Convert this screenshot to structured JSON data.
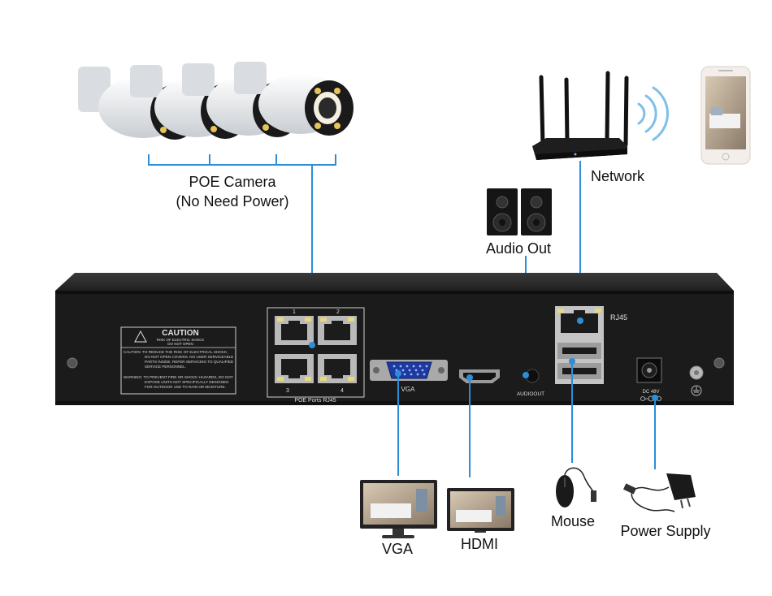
{
  "labels": {
    "poe_camera": "POE Camera",
    "no_need_power": "(No Need Power)",
    "network": "Network",
    "audio_out": "Audio Out",
    "vga": "VGA",
    "hdmi": "HDMI",
    "mouse": "Mouse",
    "power_supply": "Power Supply"
  },
  "panel": {
    "caution_title": "CAUTION",
    "caution_line1": "RISK OF ELECTRIC SHOCK",
    "caution_line2": "DO NOT OPEN",
    "caution_body": [
      "CAUTION: TO REDUCE THE RISK OF ELECTRICAL SHOCK,",
      "DO NOT OPEN COVERS. NO USER SERVICEABLE",
      "PARTS INSIDE. REFER SERVICING TO QUALIFIED",
      "SERVICE PERSONNEL.",
      "WARNING: TO PREVENT FIRE OR SHOCK HAZARDS, DO NOT",
      "EXPOSE UNITS NOT SPECIFICALLY DESIGNED",
      "FOR OUTDOOR USE TO RAIN OR MOISTURE."
    ],
    "poe_ports_label": "POE Ports RJ45",
    "port_numbers": [
      "1",
      "2",
      "3",
      "4"
    ],
    "vga_port": "VGA",
    "audio_port": "AUDIOOUT",
    "rj45_port": "RJ45",
    "dc_label": "DC 48V"
  },
  "colors": {
    "line": "#2a8fd8",
    "chassis": "#1b1b1b",
    "chassis_top": "#2e2e2e",
    "camera_body": "#e9ecef",
    "router": "#1e1e1e"
  }
}
